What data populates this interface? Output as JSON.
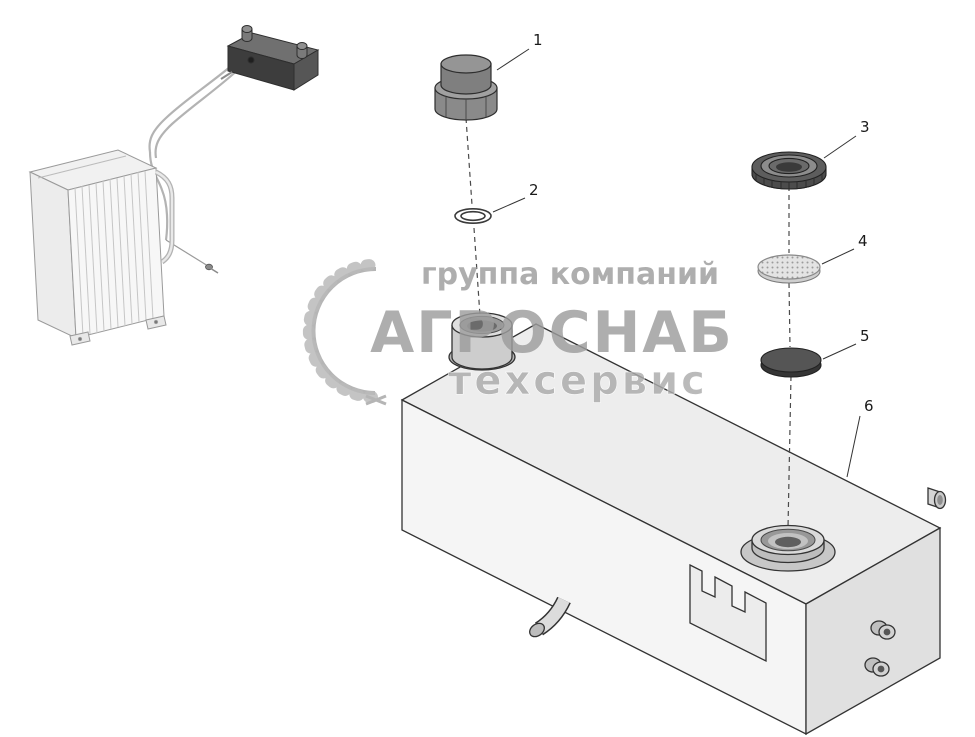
{
  "diagram": {
    "title_present": false,
    "callouts": [
      {
        "label": "1"
      },
      {
        "label": "2"
      },
      {
        "label": "3"
      },
      {
        "label": "4"
      },
      {
        "label": "5"
      },
      {
        "label": "6"
      }
    ],
    "watermark": {
      "line1": "группа компаний",
      "line2": "АГРОСНАБ",
      "line3": "техсервис",
      "color": "#9d9d9d",
      "sub_color": "#ababab"
    },
    "colors": {
      "background": "#ffffff",
      "outline": "#2f2f2f",
      "tank_top": "#ededed",
      "tank_front": "#f5f5f5",
      "tank_end": "#e0e0e0",
      "dark_part": "#4c4c4c",
      "light_assembly": "#a9a9a9"
    }
  }
}
